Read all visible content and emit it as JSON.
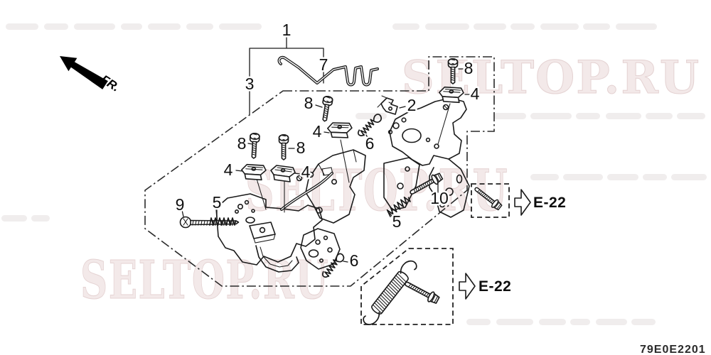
{
  "diagram": {
    "code": "79E0E2201",
    "direction_label": "FR.",
    "reference_label": "E-22",
    "watermark_text": "SELTOP.RU",
    "callouts": {
      "1": "1",
      "2": "2",
      "3": "3",
      "4": "4",
      "5": "5",
      "6": "6",
      "7": "7",
      "8": "8",
      "9": "9",
      "10": "10"
    }
  },
  "colors": {
    "background": "#ffffff",
    "line": "#1a1a1a",
    "watermark_fill": "#f3e9e9",
    "watermark_outline": "#e4d2d2"
  }
}
